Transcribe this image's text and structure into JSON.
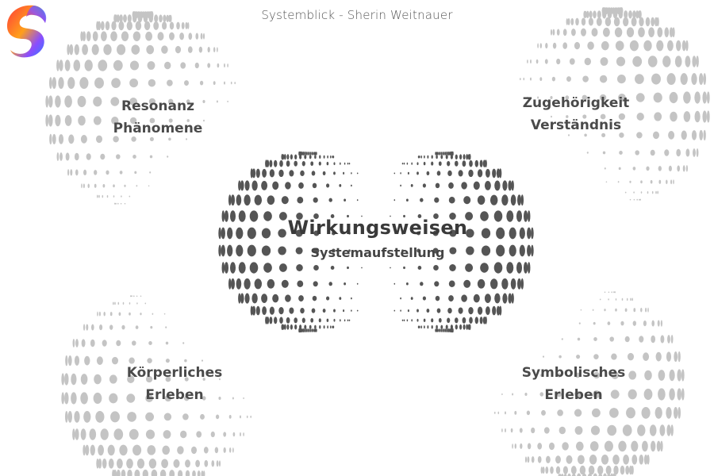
{
  "header": {
    "title": "Systemblick - Sherin Weitnauer"
  },
  "logo": {
    "icon": "s-logo-icon",
    "colors": [
      "#ff3b3b",
      "#ff9f1a",
      "#8a4dff",
      "#2f7dff"
    ]
  },
  "center": {
    "title": "Wirkungsweisen",
    "subtitle": "Systemaufstellung"
  },
  "nodes": [
    {
      "line1": "Resonanz",
      "line2": "Phänomene"
    },
    {
      "line1": "Zugehörigkeit",
      "line2": "Verständnis"
    },
    {
      "line1": "Körperliches",
      "line2": "Erleben"
    },
    {
      "line1": "Symbolisches",
      "line2": "Erleben"
    }
  ],
  "colors": {
    "center_dots": "#555555",
    "outer_dots": "#c4c4c4",
    "text": "#4a4a4a"
  }
}
